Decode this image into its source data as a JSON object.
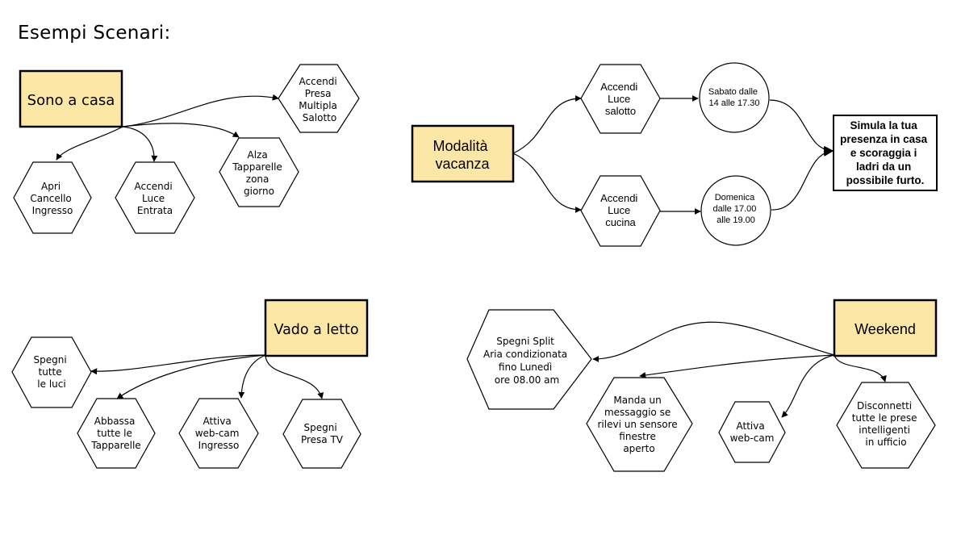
{
  "title": "Esempi Scenari:",
  "scenarios": {
    "casa": {
      "trigger": "Sono a casa",
      "actions": [
        [
          "Accendi",
          "Presa",
          "Multipla",
          "Salotto"
        ],
        [
          "Alza",
          "Tapparelle",
          "zona",
          "giorno"
        ],
        [
          "Apri",
          "Cancello",
          "Ingresso"
        ],
        [
          "Accendi",
          "Luce",
          "Entrata"
        ]
      ]
    },
    "vacanza": {
      "trigger": [
        "Modalità",
        "vacanza"
      ],
      "actions": [
        [
          "Accendi",
          "Luce",
          "salotto"
        ],
        [
          "Accendi",
          "Luce",
          "cucina"
        ]
      ],
      "times": [
        [
          "Sabato dalle",
          "14 alle 17.30"
        ],
        [
          "Domenica",
          "dalle 17.00",
          "alle 19.00"
        ]
      ],
      "result": [
        "Simula la tua",
        "presenza in casa",
        "e scoraggia i",
        "ladri da un",
        "possibile furto."
      ]
    },
    "letto": {
      "trigger": "Vado a letto",
      "actions": [
        [
          "Spegni",
          "tutte",
          "le luci"
        ],
        [
          "Abbassa",
          "tutte le",
          "Tapparelle"
        ],
        [
          "Attiva",
          "web-cam",
          "Ingresso"
        ],
        [
          "Spegni",
          "Presa TV"
        ]
      ]
    },
    "weekend": {
      "trigger": "Weekend",
      "actions": [
        [
          "Spegni Split",
          "Aria condizionata",
          "fino Lunedì",
          "ore 08.00 am"
        ],
        [
          "Manda un",
          "messaggio se",
          "rilevi un sensore",
          "finestre",
          "aperto"
        ],
        [
          "Attiva",
          "web-cam"
        ],
        [
          "Disconnetti",
          "tutte le prese",
          "intelligenti",
          "in ufficio"
        ]
      ]
    }
  }
}
